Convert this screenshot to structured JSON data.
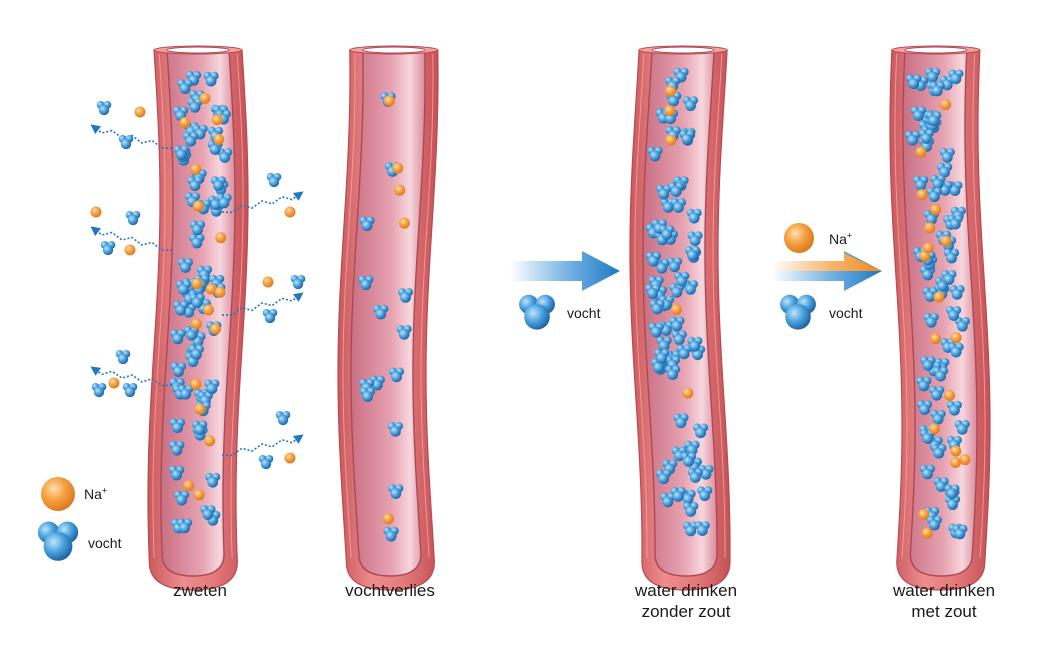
{
  "figure": {
    "panels": [
      {
        "id": "zweten",
        "caption_lines": [
          "zweten"
        ],
        "density": "high",
        "sodium": "present",
        "leak": true
      },
      {
        "id": "vochtverlies",
        "caption_lines": [
          "vochtverlies"
        ],
        "density": "low",
        "sodium": "few",
        "leak": false
      },
      {
        "id": "water-zonder-zout",
        "caption_lines": [
          "water drinken",
          "zonder zout"
        ],
        "density": "high",
        "sodium": "few",
        "leak": false
      },
      {
        "id": "water-met-zout",
        "caption_lines": [
          "water drinken",
          "met zout"
        ],
        "density": "high",
        "sodium": "present",
        "leak": false
      }
    ],
    "legend": {
      "sodium_label": "Na",
      "sodium_charge": "+",
      "fluid_label": "vocht"
    },
    "arrow_water": {
      "fluid_label": "vocht"
    },
    "arrow_salt_water": {
      "sodium_label": "Na",
      "sodium_charge": "+",
      "fluid_label": "vocht"
    },
    "colors": {
      "vessel_wall": "#e8787a",
      "vessel_wall_dark": "#c9585c",
      "vessel_lumen": "#d98a9a",
      "vessel_lumen_light": "#f3c9d1",
      "sodium": "#f39b3a",
      "fluid": "#3a86c9",
      "arrow_blue": "#1e78c2",
      "arrow_orange": "#f08a1c"
    }
  }
}
